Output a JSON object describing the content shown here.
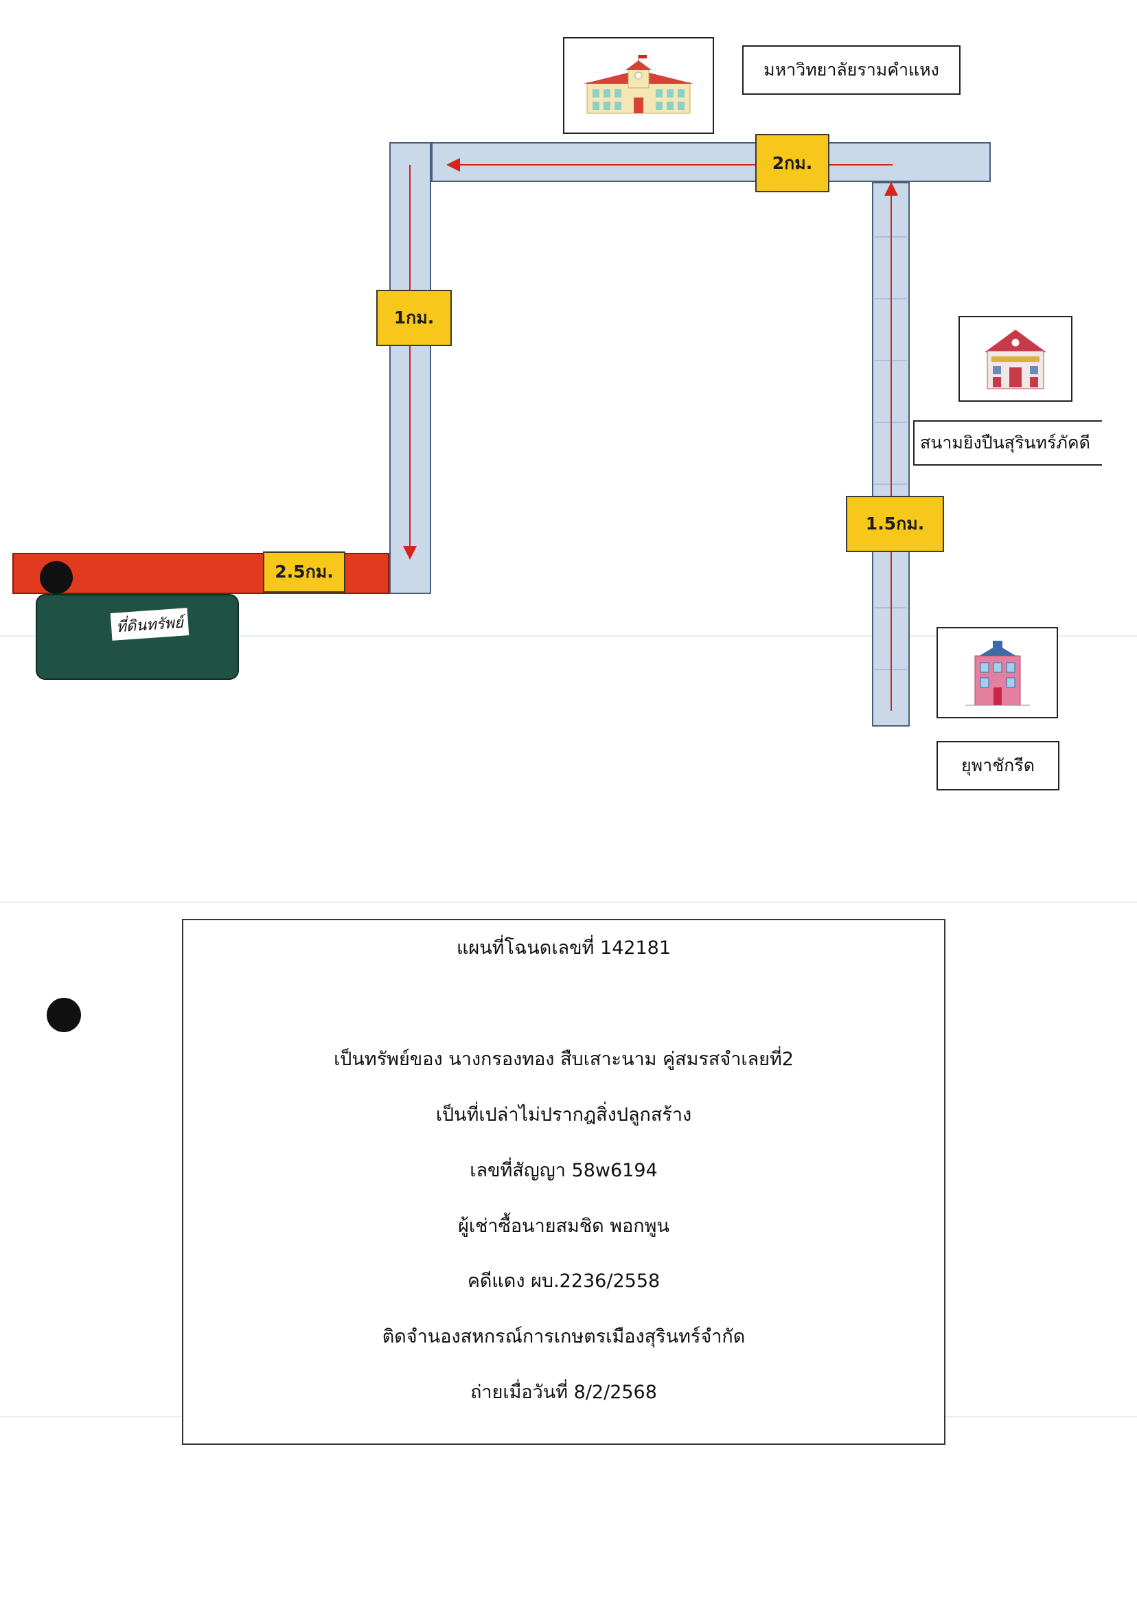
{
  "map": {
    "landmarks": {
      "university": {
        "label": "มหาวิทยาลัยรามคำแหง",
        "icon": "university-building-icon"
      },
      "shooting_range": {
        "label": "สนามยิงปืนสุรินทร์ภัคดี",
        "icon": "shooting-range-building-icon"
      },
      "yupha": {
        "label": "ยุพาชักรีด",
        "icon": "house-building-icon"
      }
    },
    "distances": {
      "top": "2กม.",
      "left": "1กม.",
      "right": "1.5กม.",
      "bottom": "2.5กม."
    },
    "parcel": {
      "handwritten_label": "ที่ดินทรัพย์",
      "color": "#1f5244"
    },
    "colors": {
      "road": "#c9d9ea",
      "road_border": "#4a5f7a",
      "target_road": "#e23a1e",
      "distance_tag": "#f7c71b",
      "arrow": "#d8231a"
    }
  },
  "info": {
    "title": "แผนที่โฉนดเลขที่ 142181",
    "lines": [
      "เป็นทรัพย์ของ นางกรองทอง สืบเสาะนาม คู่สมรสจำเลยที่2",
      "เป็นที่เปล่าไม่ปรากฎสิ่งปลูกสร้าง",
      "เลขที่สัญญา 58w6194",
      "ผู้เช่าซื้อนายสมชิด พอกพูน",
      "คดีแดง ผบ.2236/2558",
      "ติดจำนองสหกรณ์การเกษตรเมืองสุรินทร์จำกัด",
      "ถ่ายเมื่อวันที่ 8/2/2568"
    ]
  }
}
